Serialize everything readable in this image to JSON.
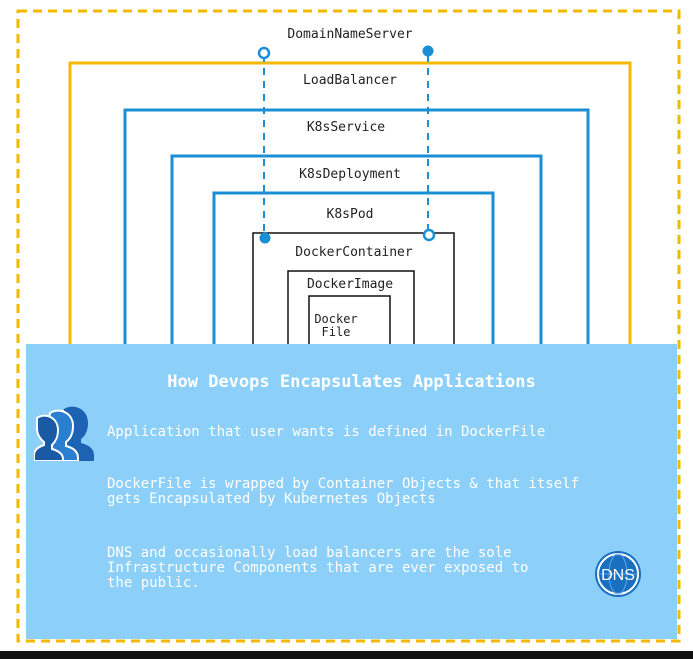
{
  "diagram": {
    "title": "How Devops Encapsulates Applications",
    "layers": {
      "dns": "DomainNameServer",
      "load_balancer": "LoadBalancer",
      "k8s_service": "K8sService",
      "k8s_deployment": "K8sDeployment",
      "k8s_pod": "K8sPod",
      "docker_container": "DockerContainer",
      "docker_image": "DockerImage",
      "docker_file": "Docker\nFile"
    },
    "colors": {
      "outer_dashed": "#f5b800",
      "load_balancer": "#f5b800",
      "kubernetes": "#1a8fd6",
      "docker": "#111111",
      "connector": "#1a8fd6",
      "panel": "#8ccff8"
    }
  },
  "panel": {
    "notes": [
      "Application that user wants is defined in DockerFile",
      "DockerFile is wrapped by Container Objects & that itself\ngets Encapsulated by Kubernetes Objects",
      "DNS and occasionally load balancers are the sole\nInfrastructure Components that are ever exposed to\nthe public."
    ],
    "dns_badge_text": "DNS",
    "icons": [
      "users-icon",
      "dns-globe-icon"
    ]
  }
}
